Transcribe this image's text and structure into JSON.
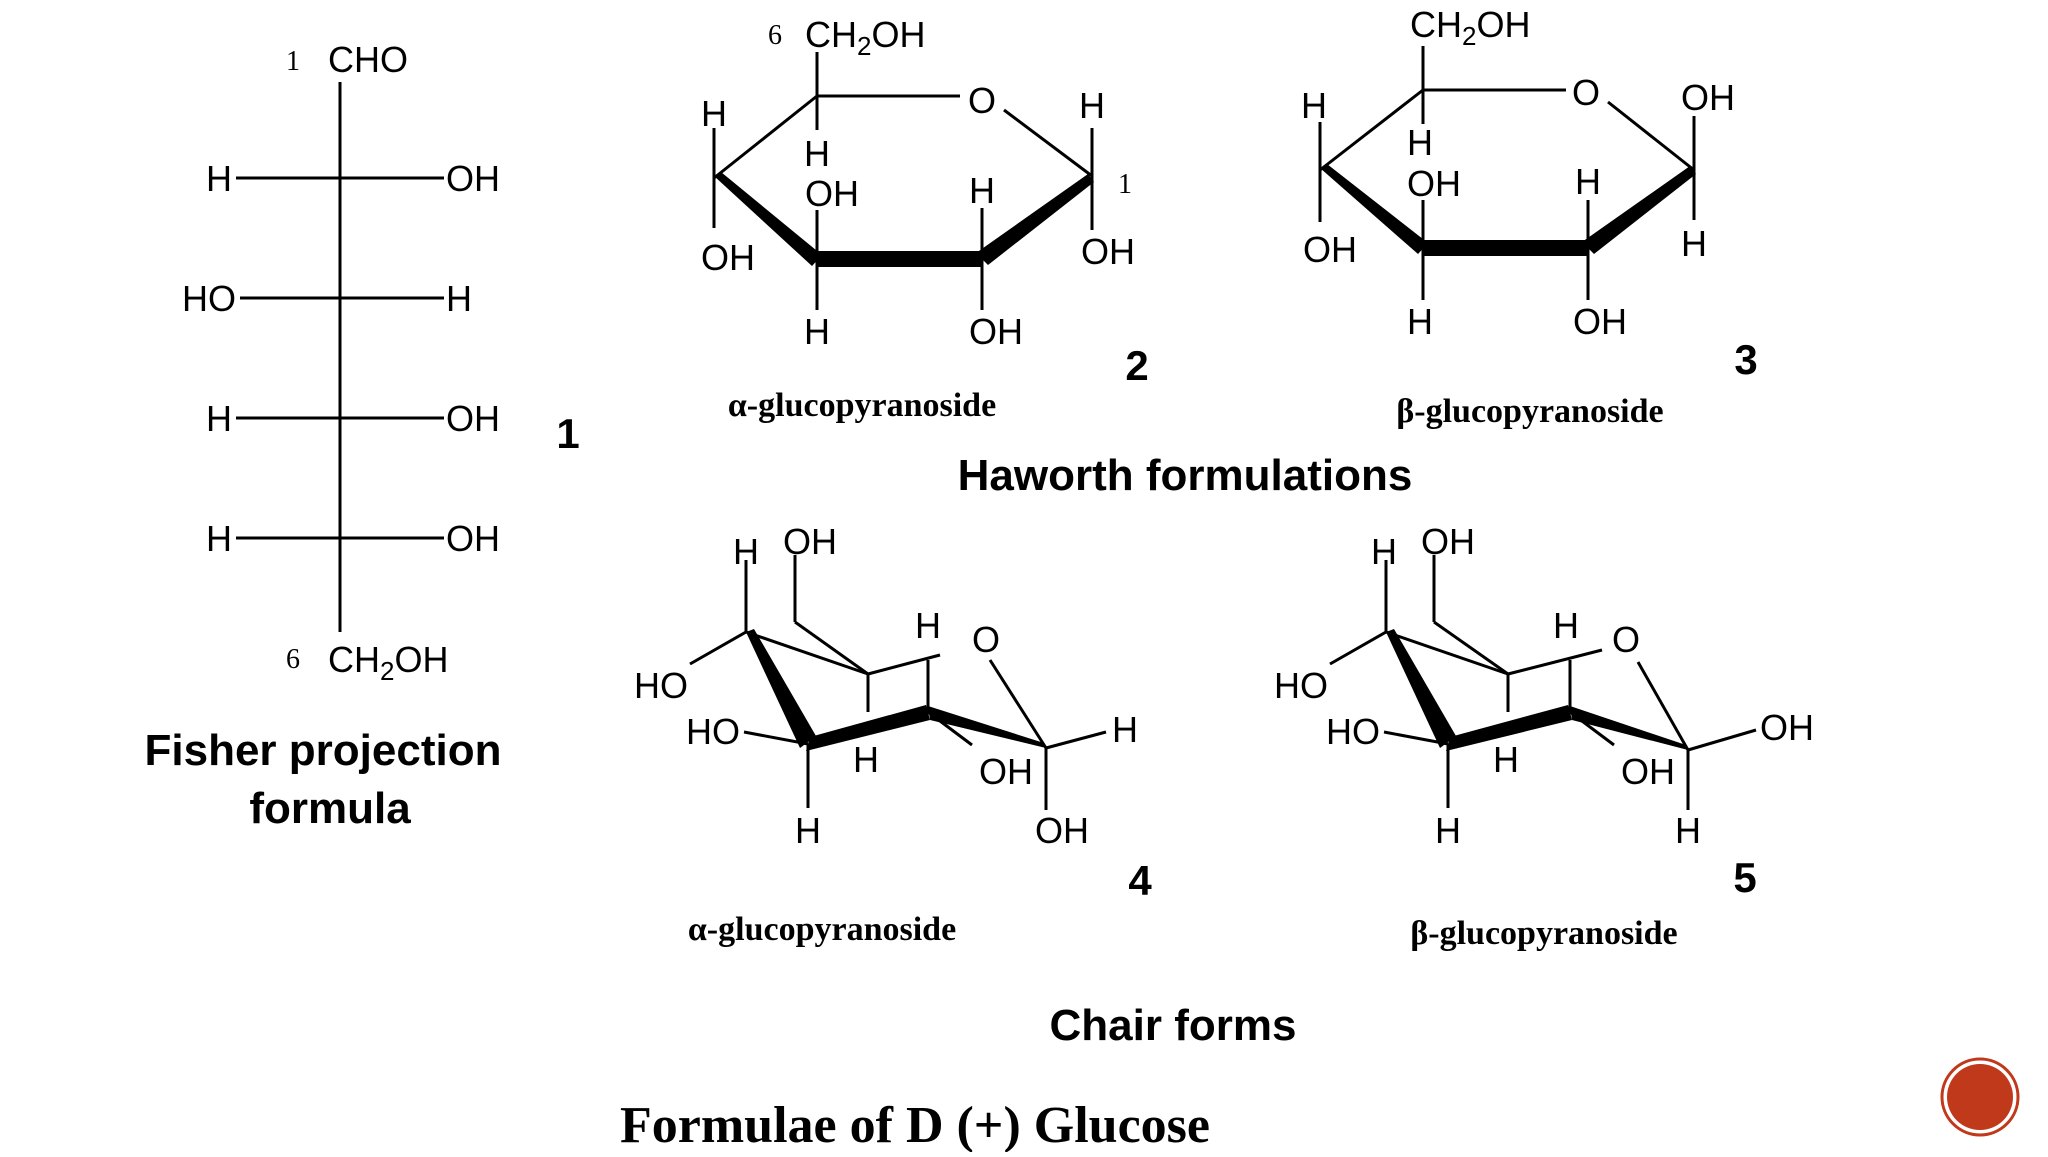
{
  "slide": {
    "title": "Formulae of D (+) Glucose",
    "nav_icon": "next-slide-button-icon",
    "accent_color": "#c0391b"
  },
  "fisher": {
    "label_lines": [
      "Fisher projection",
      "formula"
    ],
    "number": "1",
    "c1_locant": "1",
    "c1_group": "CHO",
    "c6_locant": "6",
    "c6_group": "CH2OH",
    "rows": [
      {
        "left": "H",
        "right": "OH"
      },
      {
        "left": "HO",
        "right": "H"
      },
      {
        "left": "H",
        "right": "OH"
      },
      {
        "left": "H",
        "right": "OH"
      }
    ]
  },
  "haworth": {
    "section_label": "Haworth formulations",
    "alpha": {
      "number": "2",
      "caption": "α-glucopyranoside",
      "locant6": "6",
      "ch2oh": "CH2OH",
      "ring_o": "O",
      "locant1": "1",
      "atoms": [
        "H",
        "H",
        "OH",
        "H",
        "H",
        "OH",
        "OH",
        "H",
        "OH"
      ]
    },
    "beta": {
      "number": "3",
      "caption": "β-glucopyranoside",
      "ch2oh": "CH2OH",
      "ring_o": "O",
      "atoms": [
        "H",
        "H",
        "OH",
        "H",
        "OH",
        "OH",
        "H",
        "H",
        "OH"
      ]
    }
  },
  "chair": {
    "section_label": "Chair forms",
    "alpha": {
      "number": "4",
      "caption": "α-glucopyranoside",
      "atoms": [
        "H",
        "OH",
        "H",
        "O",
        "HO",
        "HO",
        "H",
        "OH",
        "H",
        "H",
        "OH"
      ]
    },
    "beta": {
      "number": "5",
      "caption": "β-glucopyranoside",
      "atoms": [
        "H",
        "OH",
        "H",
        "O",
        "HO",
        "HO",
        "H",
        "OH",
        "OH",
        "H",
        "H"
      ]
    }
  }
}
